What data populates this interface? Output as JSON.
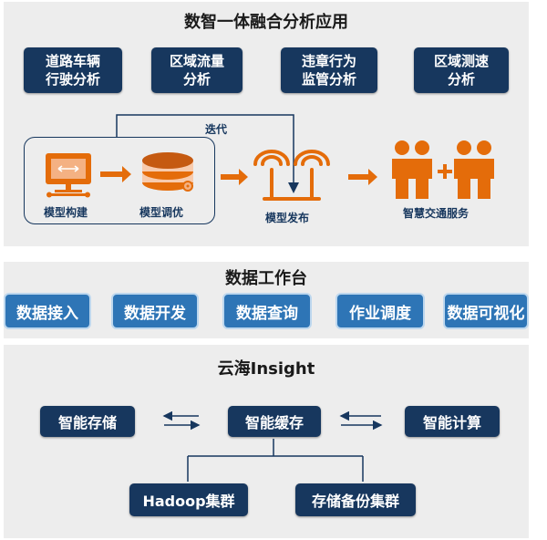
{
  "panel1": {
    "title": "数智一体融合分析应用",
    "apps": [
      {
        "line1": "道路车辆",
        "line2": "行驶分析"
      },
      {
        "line1": "区域流量",
        "line2": "分析"
      },
      {
        "line1": "违章行为",
        "line2": "监管分析"
      },
      {
        "line1": "区域测速",
        "line2": "分析"
      }
    ],
    "iterate_label": "迭代",
    "steps": {
      "build": "模型构建",
      "tune": "模型调优",
      "publish": "模型发布",
      "service": "智慧交通服务"
    },
    "colors": {
      "accent": "#e46c0a",
      "navy": "#17375e",
      "iterate_line": "#2e75b6"
    }
  },
  "panel2": {
    "title": "数据工作台",
    "buttons": [
      "数据接入",
      "数据开发",
      "数据查询",
      "作业调度",
      "数据可视化"
    ],
    "colors": {
      "button_bg": "#2e75b6",
      "button_border": "#bdd7ee"
    }
  },
  "panel3": {
    "title": "云海Insight",
    "nodes": {
      "storage": "智能存储",
      "cache": "智能缓存",
      "compute": "智能计算",
      "hadoop": "Hadoop集群",
      "backup": "存储备份集群"
    }
  }
}
